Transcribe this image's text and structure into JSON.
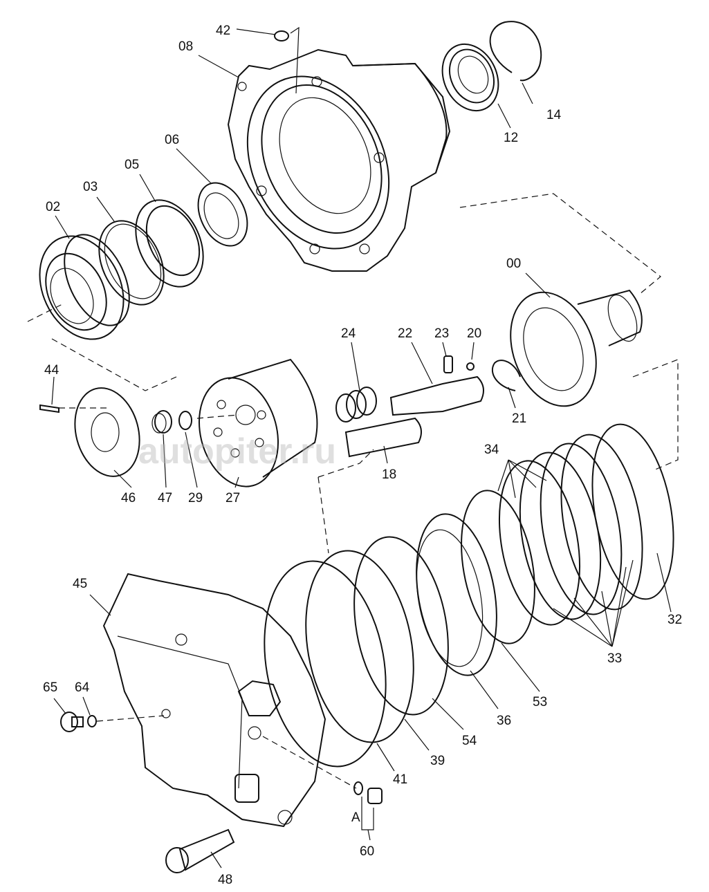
{
  "watermark": "autopiter.ru",
  "sub_marker": "A",
  "parts": [
    {
      "id": "42"
    },
    {
      "id": "08"
    },
    {
      "id": "12"
    },
    {
      "id": "14"
    },
    {
      "id": "06"
    },
    {
      "id": "05"
    },
    {
      "id": "03"
    },
    {
      "id": "02"
    },
    {
      "id": "00"
    },
    {
      "id": "24"
    },
    {
      "id": "22"
    },
    {
      "id": "23"
    },
    {
      "id": "20"
    },
    {
      "id": "21"
    },
    {
      "id": "44"
    },
    {
      "id": "46"
    },
    {
      "id": "47"
    },
    {
      "id": "29"
    },
    {
      "id": "27"
    },
    {
      "id": "18"
    },
    {
      "id": "34"
    },
    {
      "id": "32"
    },
    {
      "id": "33"
    },
    {
      "id": "53"
    },
    {
      "id": "36"
    },
    {
      "id": "54"
    },
    {
      "id": "39"
    },
    {
      "id": "41"
    },
    {
      "id": "45"
    },
    {
      "id": "65"
    },
    {
      "id": "64"
    },
    {
      "id": "48"
    },
    {
      "id": "60"
    }
  ]
}
